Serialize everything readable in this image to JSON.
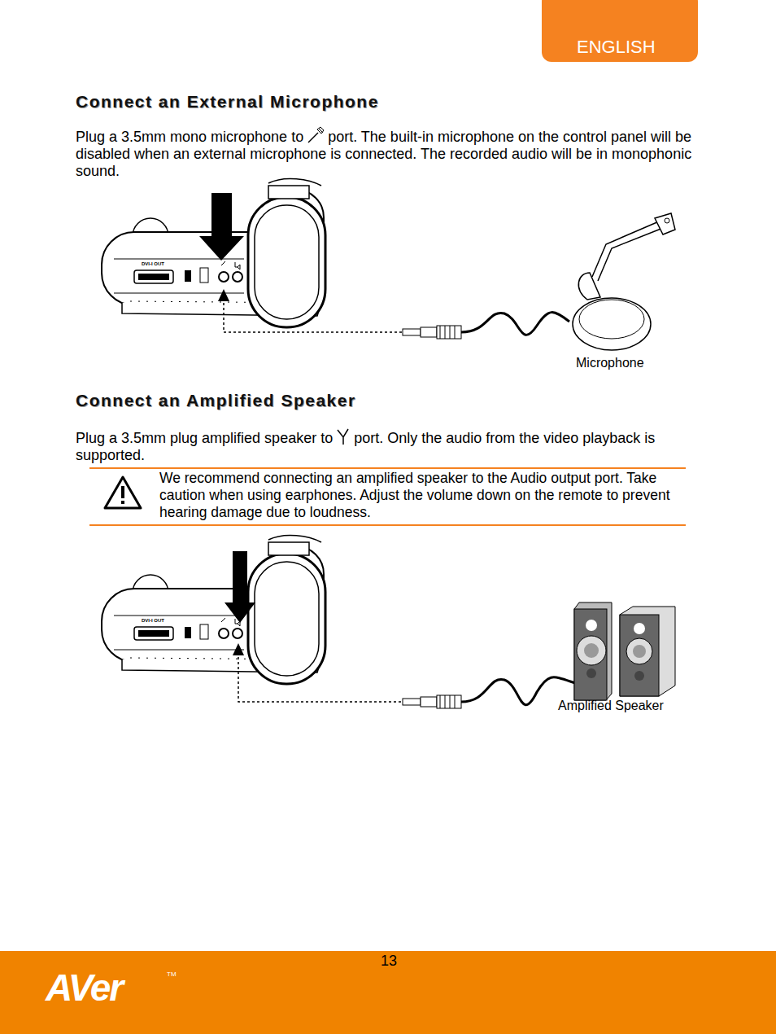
{
  "diagram": {
    "labels": [
      "ENGLISH",
      "Connect an External Microphone",
      "Plug a 3.5mm mono microphone to",
      "port. The built-in microphone on the control panel will be disabled when an external microphone is connected. The recorded audio will be in monophonic sound.",
      "DVI-I OUT",
      "Microphone",
      "Connect an Amplified Speaker",
      "Plug a 3.5mm plug amplified speaker to",
      "port. Only the audio from the video playback is supported.",
      "We recommend connecting an amplified speaker to the Audio output port. Take caution when using earphones. Adjust the volume down on the remote to prevent hearing damage due to loudness.",
      "DVI-I OUT",
      "Amplified Speaker",
      "13",
      "AVer",
      "TM"
    ]
  }
}
